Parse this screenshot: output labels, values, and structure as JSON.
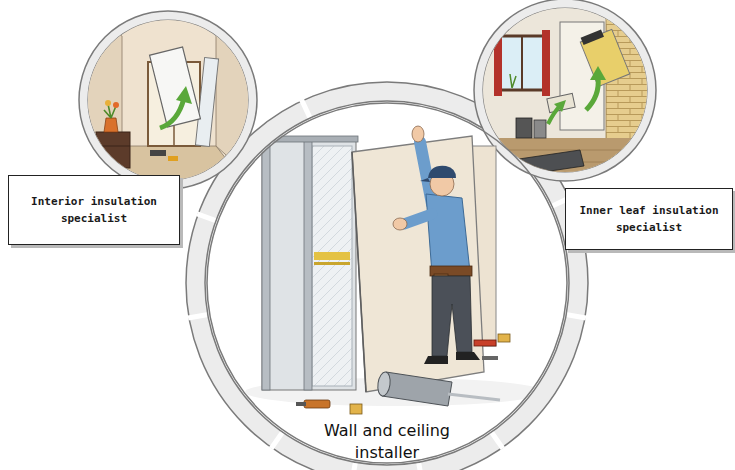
{
  "diagram": {
    "nodes": [
      {
        "text": [
          "Interior insulation specialist"
        ]
      },
      {
        "text": [
          "Inner leaf insulation specialist"
        ]
      },
      {
        "text": [
          "Wall and ceiling installer"
        ]
      }
    ]
  }
}
